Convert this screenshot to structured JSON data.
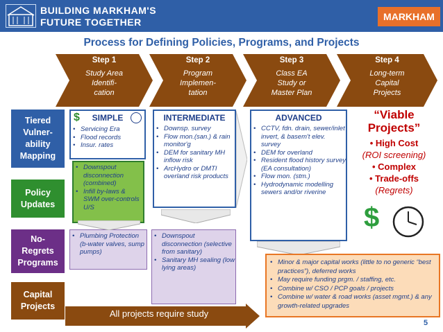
{
  "header": {
    "logo_line1": "BUILDING MARKHAM'S",
    "logo_line2": "FUTURE TOGETHER",
    "brand": "MARKHAM"
  },
  "title": "Process for Defining Policies, Programs, and Projects",
  "steps": [
    {
      "label": "Step 1",
      "desc": "Study Area\nIdentifi-\ncation"
    },
    {
      "label": "Step 2",
      "desc": "Program\nImplemen-\ntation"
    },
    {
      "label": "Step 3",
      "desc": "Class EA\nStudy or\nMaster Plan"
    },
    {
      "label": "Step 4",
      "desc": "Long-term\nCapital\nProjects"
    }
  ],
  "rows": {
    "tiered": "Tiered\nVulner-\nability\nMapping",
    "policy": "Policy\nUpdates",
    "noregrets": "No-\nRegrets\nPrograms",
    "capital": "Capital\nProjects"
  },
  "simple": {
    "heading": "SIMPLE",
    "items": [
      "Servicing Era",
      "Flood records",
      "Insur. rates"
    ],
    "policy_items": [
      "Downspout disconnection (combined)",
      "Infill by-laws & SWM over-controls U/S"
    ],
    "noregret_items": [
      "Plumbing Protection (b-water valves, sump pumps)"
    ]
  },
  "intermediate": {
    "heading": "INTERMEDIATE",
    "items": [
      "Downsp. survey",
      "Flow mon.(san.) & rain monitor'g",
      "DEM for sanitary MH inflow risk",
      "ArcHydro or DMTI overland risk products"
    ],
    "noregret_items": [
      "Downspout disconnection (selective from sanitary)",
      "Sanitary MH sealing (low lying areas)"
    ]
  },
  "advanced": {
    "heading": "ADVANCED",
    "items": [
      "CCTV, fdn. drain, sewer/inlet invert, & basem't elev. survey",
      "DEM for overland",
      "Resident flood history survey (EA consultation)",
      "Flow mon. (stm.)",
      "Hydrodynamic modelling sewers and/or riverine"
    ]
  },
  "viable": {
    "title": "“Viable Projects”",
    "items": [
      "High Cost",
      "(ROI screening)",
      "Complex",
      "Trade-offs",
      "(Regrets)"
    ],
    "dollar": "$"
  },
  "capital_box": {
    "items": [
      "Minor & major capital works (little to no generic “best practices”), deferred works",
      "May require funding prgm. / staffing, etc.",
      "Combine w/ CSO / PCP goals / projects",
      "Combine w/ water & road works (asset mgmt.) & any growth-related upgrades"
    ]
  },
  "footer_arrow": "All projects require study",
  "page_number": "5",
  "colors": {
    "brand_blue": "#2f5fa7",
    "step_brown": "#8a4a10",
    "green": "#2f8f2f",
    "purple": "#6c2f87",
    "orange": "#e87624",
    "red": "#c00000"
  }
}
